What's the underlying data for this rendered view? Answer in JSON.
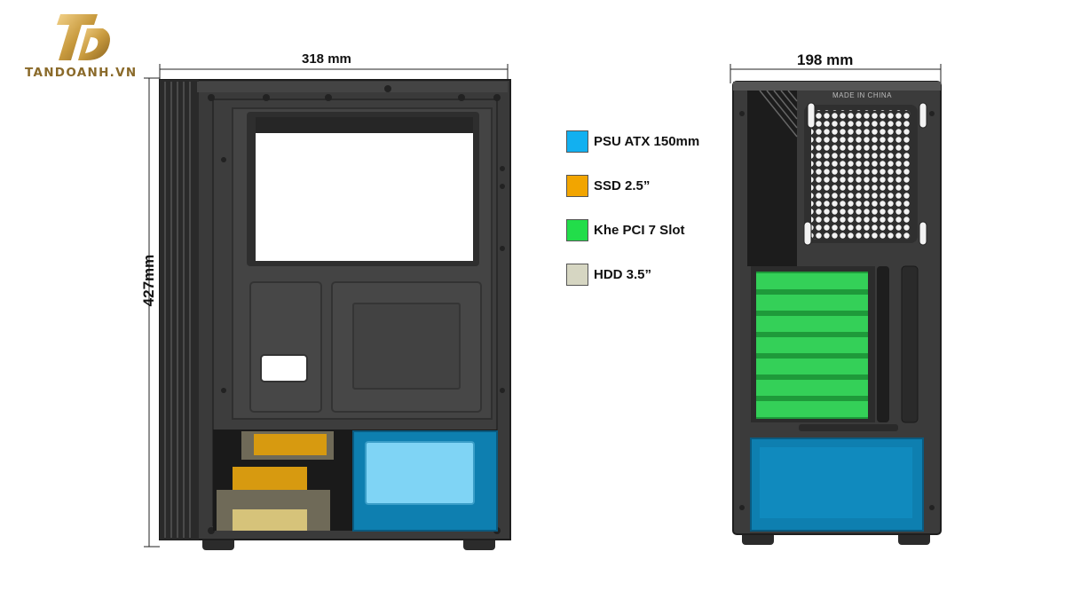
{
  "brand": {
    "name": "TANDOANH.VN",
    "logo_icon": "td-logo-icon",
    "color": "#8a6a2a"
  },
  "dimensions": {
    "depth": "318 mm",
    "height": "427mm",
    "width": "198 mm"
  },
  "legend": [
    {
      "label": "PSU ATX 150mm",
      "color": "#12b0f0"
    },
    {
      "label": "SSD 2.5”",
      "color": "#f2a500"
    },
    {
      "label": "Khe PCI 7 Slot",
      "color": "#22dd4a"
    },
    {
      "label": "HDD 3.5”",
      "color": "#d6d6c2"
    }
  ],
  "case": {
    "rear_stamp": "MADE IN CHINA"
  }
}
